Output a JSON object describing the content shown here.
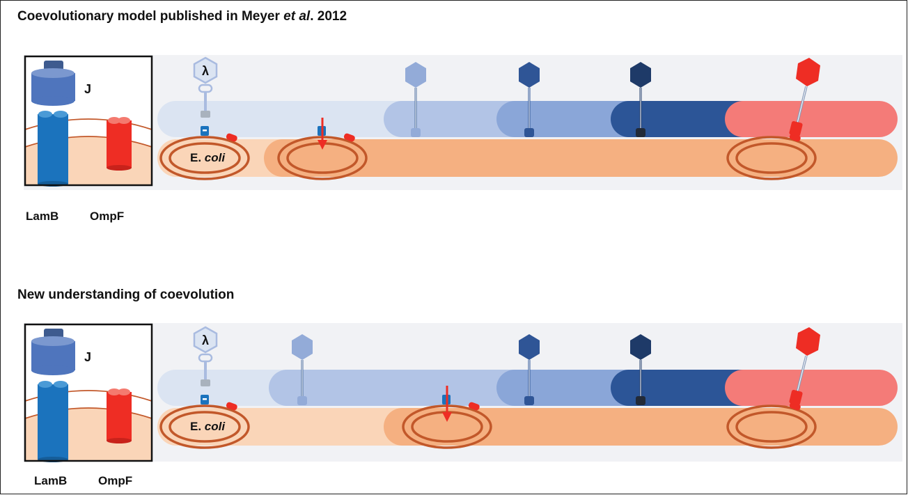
{
  "figure": {
    "panels": [
      {
        "title_parts": [
          "Coevolutionary model published in Meyer ",
          "et al",
          ". 2012"
        ],
        "inset": {
          "receptor_1": "LamB",
          "receptor_2": "OmpF",
          "protein": "J"
        },
        "host_label_parts": [
          "E. ",
          "coli"
        ],
        "phage_symbol": "λ"
      },
      {
        "title_parts": [
          "New understanding of coevolution",
          "",
          ""
        ],
        "inset": {
          "receptor_1": "LamB",
          "receptor_2": "OmpF",
          "protein": "J"
        },
        "host_label_parts": [
          "E. ",
          "coli"
        ],
        "phage_symbol": "λ"
      }
    ],
    "colors": {
      "phage_ancestral": "#dbe4f2",
      "phage_blue_1": "#93abd8",
      "phage_blue_2": "#2f5596",
      "phage_blue_3": "#1e3a68",
      "phage_red": "#ee2d24",
      "lamb": "#1b73bd",
      "ompf": "#ee2d24",
      "host_light": "#fad5b8",
      "host_dark": "#f5b081",
      "cell_ring": "#c2582a",
      "background": "#f1f2f5"
    }
  }
}
